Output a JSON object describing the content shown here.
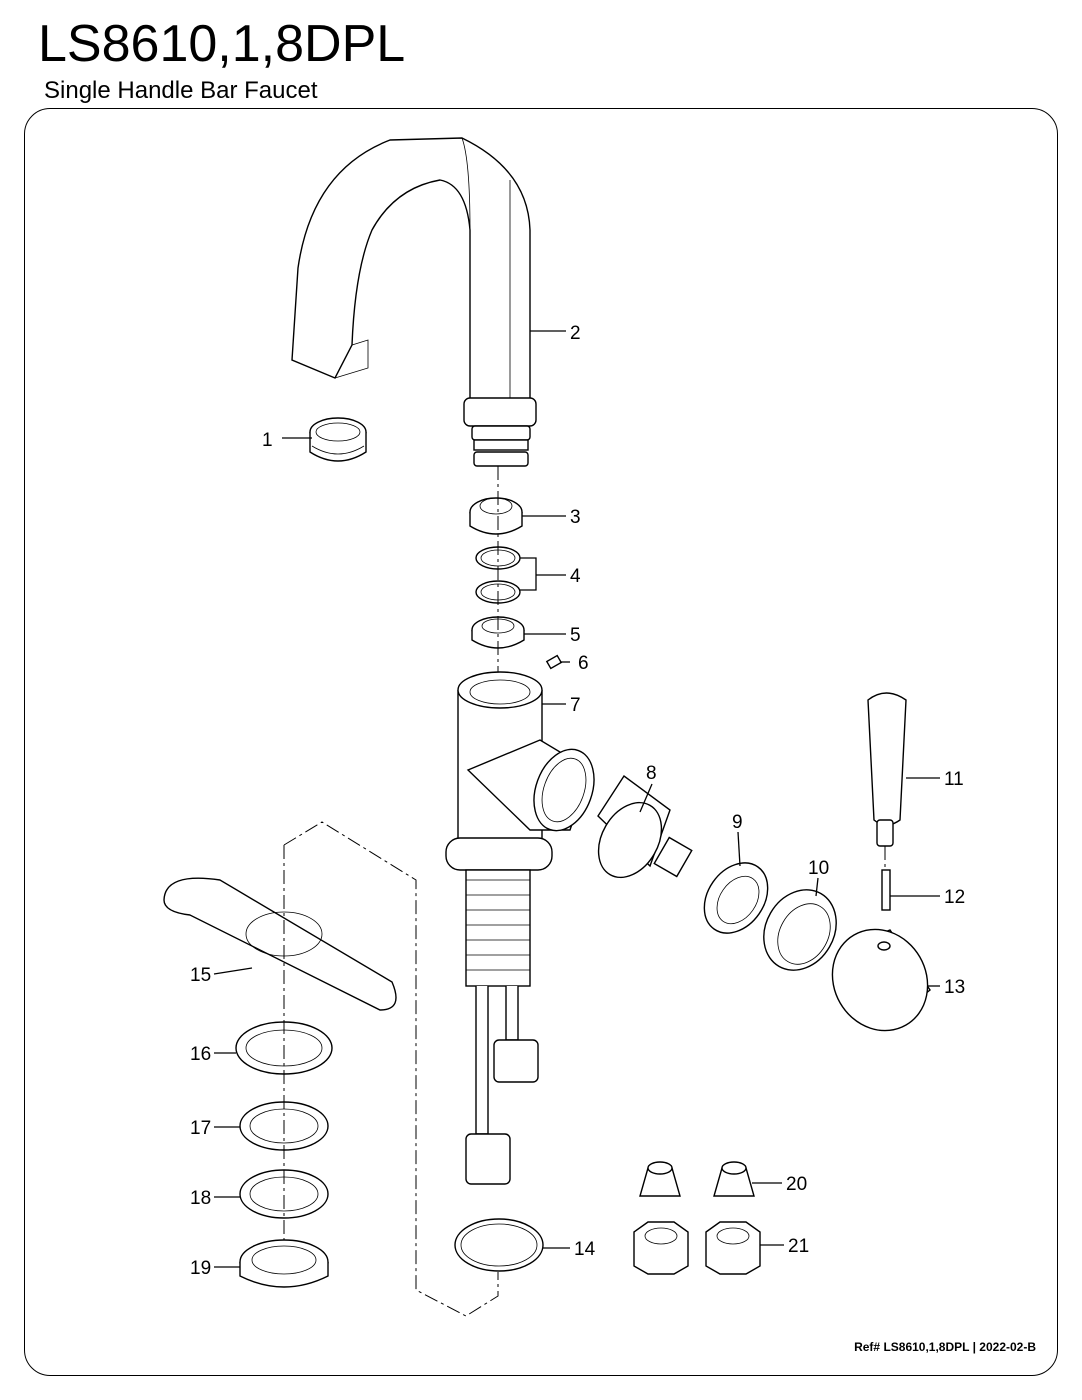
{
  "title": "LS8610,1,8DPL",
  "subtitle": "Single Handle Bar Faucet",
  "reference": "Ref# LS8610,1,8DPL | 2022-02-B",
  "callouts": [
    "1",
    "2",
    "3",
    "4",
    "5",
    "6",
    "7",
    "8",
    "9",
    "10",
    "11",
    "12",
    "13",
    "14",
    "15",
    "16",
    "17",
    "18",
    "19",
    "20",
    "21"
  ]
}
